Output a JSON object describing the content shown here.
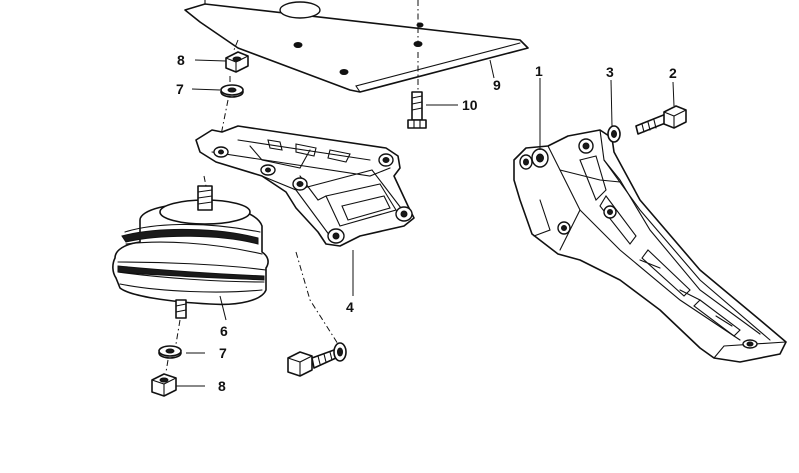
{
  "callouts": {
    "c1": "1",
    "c2": "2",
    "c3": "3",
    "c4": "4",
    "c6": "6",
    "c7_top": "7",
    "c7_bottom": "7",
    "c8_top": "8",
    "c8_bottom": "8",
    "c9": "9",
    "c10": "10"
  },
  "colors": {
    "line": "#111111",
    "background": "#ffffff"
  }
}
